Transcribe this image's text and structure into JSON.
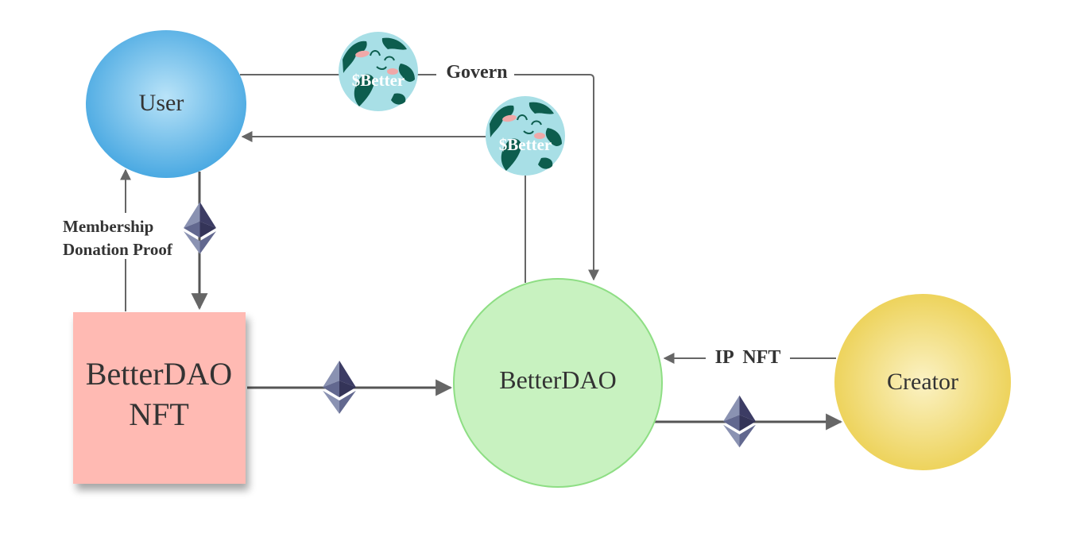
{
  "nodes": {
    "user": {
      "label": "User",
      "color": "#5eb8e8"
    },
    "nft": {
      "label_line1": "BetterDAO",
      "label_line2": "NFT",
      "color": "#ffbab3"
    },
    "dao": {
      "label": "BetterDAO",
      "color": "#c8f2c0"
    },
    "creator": {
      "label": "Creator",
      "color": "#f2dc73"
    }
  },
  "edges": {
    "govern": "Govern",
    "membership_line1": "Membership",
    "membership_line2": "Donation Proof",
    "ip_nft": "IP  NFT"
  },
  "tokens": {
    "better_label": "$Better",
    "better_icon": "globe-token-icon",
    "eth_icon": "ethereum-icon"
  },
  "colors": {
    "arrow": "#666666",
    "eth_dark": "#3c3c64",
    "eth_light": "#8a92b2",
    "globe_ocean": "#a8dfe6",
    "globe_land": "#0d5d4e"
  }
}
